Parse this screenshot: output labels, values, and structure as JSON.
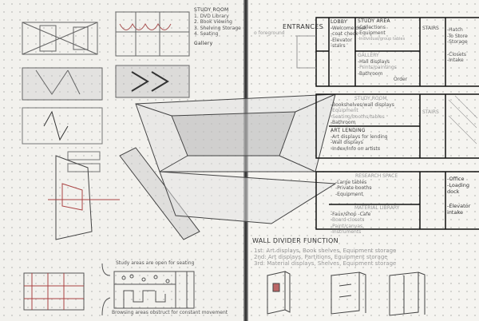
{
  "left_page": {
    "room_list": {
      "title": "STUDY ROOM",
      "items": [
        "1. DVD Library",
        "2. Book Viewing",
        "3. Shelving Storage",
        "4. Seating"
      ],
      "gallery": "Gallery"
    },
    "notes": {
      "open": "Study areas are open for seating",
      "obstruct": "Browsing areas obstruct for constant movement"
    }
  },
  "right_page": {
    "entrances": {
      "foreground": "o foreground",
      "title": "ENTRANCES"
    },
    "floor1": {
      "lobby": {
        "title": "LOBBY",
        "items": [
          "-Welcome desk",
          "-coat check",
          "-Elevator",
          "-stairs"
        ]
      },
      "study_area": {
        "title": "STUDY AREA",
        "items": [
          "-Collections",
          "-Equipment",
          "-Individual/group tables"
        ]
      },
      "gallery": {
        "title": "GALLERY",
        "items": [
          "-Hall displays",
          "-Prints/paintings",
          "-Bathroom",
          "Order"
        ]
      },
      "stairs": "STAIRS",
      "service": [
        "-Hatch",
        "-To Store",
        "-Storage",
        "-Closets",
        "-Intake"
      ]
    },
    "floor2": {
      "study_room": {
        "title": "STUDY ROOM",
        "items": [
          "-Bookshelves/wall displays",
          "-Equipment",
          "-Seating/booths/tables",
          "-Bathroom"
        ]
      },
      "art_lending": {
        "title": "ART LENDING",
        "items": [
          "-Art displays for lending",
          "-Wall displays",
          "-Index/info on artists"
        ]
      },
      "stairs": "STAIRS"
    },
    "floor3": {
      "research": {
        "title": "RESEARCH SPACE",
        "items": [
          "-Large tables",
          "-Private booths",
          "-Equipment"
        ]
      },
      "material": {
        "title": "MATERIAL LIBRARY",
        "items": [
          "-Faux/shop -Cafe",
          "-Board closets",
          "-Paint/canvas",
          "-Instruments"
        ]
      },
      "service": [
        "-Office",
        "-Loading dock",
        "-Elevator intake"
      ]
    },
    "wall_divider": {
      "title": "WALL DIVIDER FUNCTION",
      "lines": [
        "1st: Art displays, Book shelves, Equipment storage",
        "2nd: Art displays, Partitions, Equipment storage",
        "3rd: Material displays, Shelves, Equipment storage"
      ]
    }
  }
}
